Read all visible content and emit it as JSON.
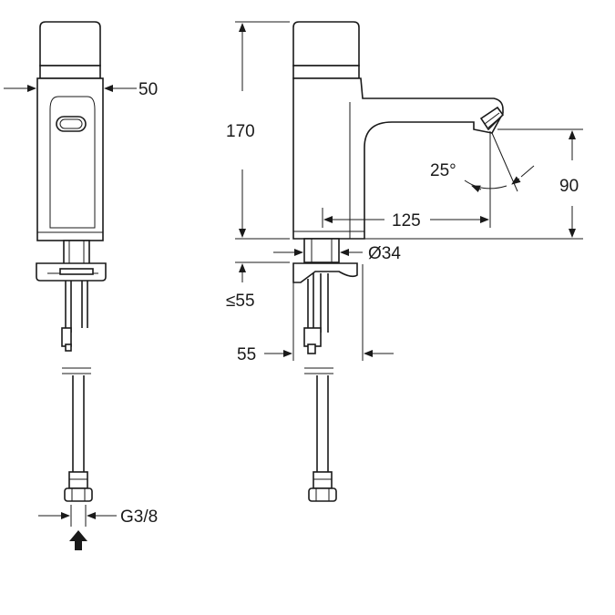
{
  "dimensions": {
    "front_width": "50",
    "thread": "G3/8",
    "height": "170",
    "spout_height": "90",
    "angle": "25°",
    "reach": "125",
    "diameter": "Ø34",
    "deck_thickness": "≤55",
    "hole_spacing": "55"
  },
  "icons": {
    "water_inlet": "up-arrow-icon"
  },
  "colors": {
    "line": "#1a1a1a",
    "background": "#ffffff"
  }
}
